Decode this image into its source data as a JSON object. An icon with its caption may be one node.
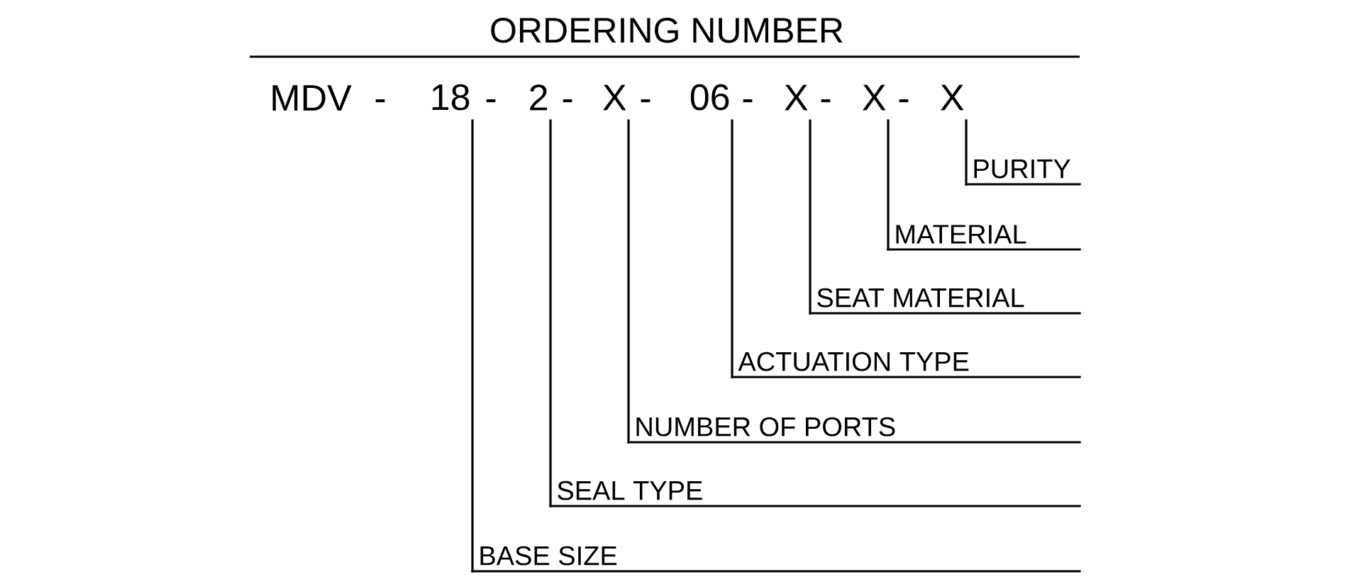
{
  "diagram": {
    "title": "ORDERING NUMBER",
    "nodes": [
      {
        "text": [
          "18"
        ]
      },
      {
        "text": [
          "2"
        ]
      },
      {
        "text": [
          "X"
        ]
      },
      {
        "text": [
          "06"
        ]
      },
      {
        "text": [
          "X"
        ]
      },
      {
        "text": [
          "X"
        ]
      },
      {
        "text": [
          "X"
        ]
      },
      {
        "text": [
          "PURITY"
        ]
      },
      {
        "text": [
          "MATERIAL"
        ]
      },
      {
        "text": [
          "SEAT MATERIAL"
        ]
      },
      {
        "text": [
          "ACTUATION TYPE"
        ]
      },
      {
        "text": [
          "NUMBER OF PORTS"
        ]
      },
      {
        "text": [
          "SEAL TYPE"
        ]
      },
      {
        "text": [
          "BASE SIZE"
        ]
      }
    ],
    "edges": [
      {
        "from": 0,
        "to": 13,
        "arrow": "none"
      },
      {
        "from": 1,
        "to": 12,
        "arrow": "none"
      },
      {
        "from": 2,
        "to": 11,
        "arrow": "none"
      },
      {
        "from": 3,
        "to": 10,
        "arrow": "none"
      },
      {
        "from": 4,
        "to": 9,
        "arrow": "none"
      },
      {
        "from": 5,
        "to": 8,
        "arrow": "none"
      },
      {
        "from": 6,
        "to": 7,
        "arrow": "none"
      }
    ],
    "labels": [
      "MDV",
      "-",
      "-",
      "-",
      "-",
      "-",
      "-",
      "-"
    ]
  }
}
